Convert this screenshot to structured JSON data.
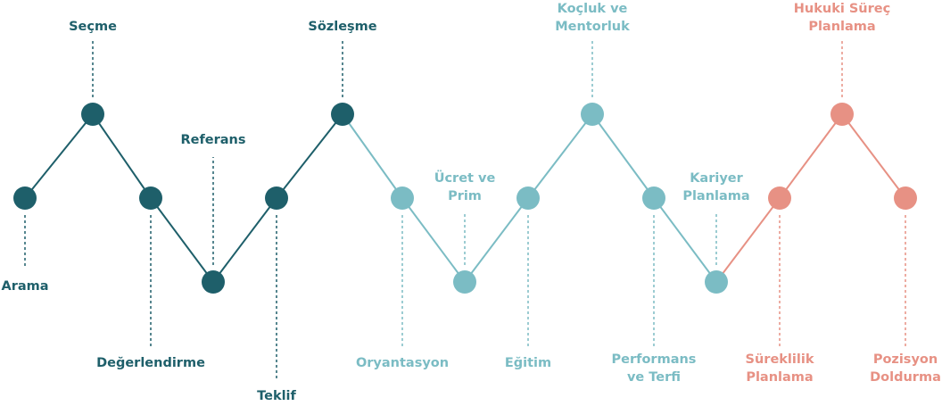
{
  "colors": {
    "dark": "#1e5f6a",
    "mid": "#7bbcc4",
    "coral": "#e79184"
  },
  "nodes": [
    {
      "id": "arama",
      "lines": [
        "Arama"
      ],
      "group": "dark"
    },
    {
      "id": "secme",
      "lines": [
        "Seçme"
      ],
      "group": "dark"
    },
    {
      "id": "degerlendirme",
      "lines": [
        "Değerlendirme"
      ],
      "group": "dark"
    },
    {
      "id": "referans",
      "lines": [
        "Referans"
      ],
      "group": "dark"
    },
    {
      "id": "teklif",
      "lines": [
        "Teklif"
      ],
      "group": "dark"
    },
    {
      "id": "sozlesme",
      "lines": [
        "Sözleşme"
      ],
      "group": "dark"
    },
    {
      "id": "oryantasyon",
      "lines": [
        "Oryantasyon"
      ],
      "group": "mid"
    },
    {
      "id": "ucret-ve-prim",
      "lines": [
        "Ücret ve",
        "Prim"
      ],
      "group": "mid"
    },
    {
      "id": "egitim",
      "lines": [
        "Eğitim"
      ],
      "group": "mid"
    },
    {
      "id": "kocluk-ve-mentorluk",
      "lines": [
        "Koçluk ve",
        "Mentorluk"
      ],
      "group": "mid"
    },
    {
      "id": "performans-ve-terfi",
      "lines": [
        "Performans",
        "ve Terfi"
      ],
      "group": "mid"
    },
    {
      "id": "kariyer-planlama",
      "lines": [
        "Kariyer",
        "Planlama"
      ],
      "group": "mid"
    },
    {
      "id": "sureklilik-planlama",
      "lines": [
        "Süreklilik",
        "Planlama"
      ],
      "group": "coral"
    },
    {
      "id": "hukuki-surec-planlama",
      "lines": [
        "Hukuki Süreç",
        "Planlama"
      ],
      "group": "coral"
    },
    {
      "id": "pozisyon-doldurma",
      "lines": [
        "Pozisyon",
        "Doldurma"
      ],
      "group": "coral"
    }
  ]
}
